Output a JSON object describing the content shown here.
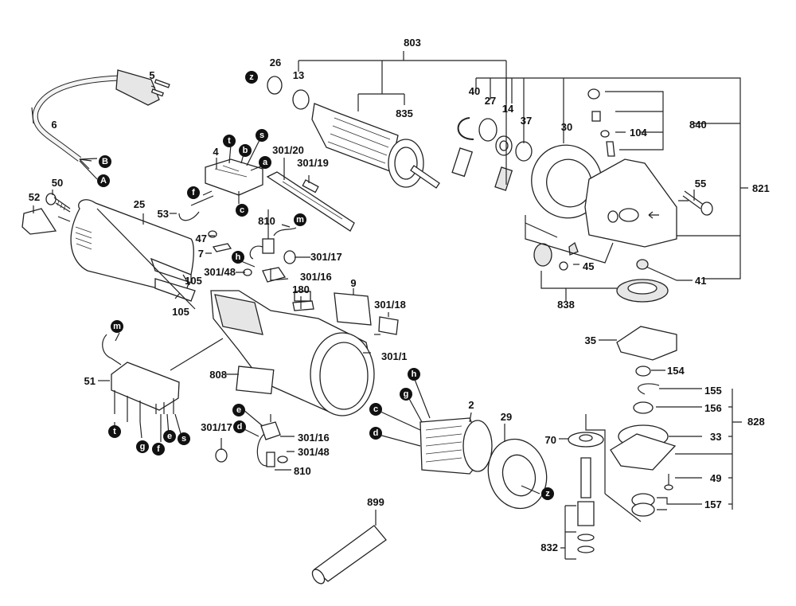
{
  "diagram": {
    "kind": "exploded parts diagram",
    "subject": "angle grinder",
    "part_labels": [
      {
        "id": "5",
        "label": "5"
      },
      {
        "id": "6",
        "label": "6"
      },
      {
        "id": "4",
        "label": "4"
      },
      {
        "id": "50",
        "label": "50"
      },
      {
        "id": "52",
        "label": "52"
      },
      {
        "id": "25",
        "label": "25"
      },
      {
        "id": "53",
        "label": "53"
      },
      {
        "id": "26",
        "label": "26"
      },
      {
        "id": "13",
        "label": "13"
      },
      {
        "id": "803",
        "label": "803"
      },
      {
        "id": "835",
        "label": "835"
      },
      {
        "id": "301-20",
        "label": "301/20"
      },
      {
        "id": "301-19",
        "label": "301/19"
      },
      {
        "id": "810a",
        "label": "810"
      },
      {
        "id": "47",
        "label": "47"
      },
      {
        "id": "7",
        "label": "7"
      },
      {
        "id": "301-48a",
        "label": "301/48"
      },
      {
        "id": "301-17a",
        "label": "301/17"
      },
      {
        "id": "301-16a",
        "label": "301/16"
      },
      {
        "id": "105a",
        "label": "105"
      },
      {
        "id": "105b",
        "label": "105"
      },
      {
        "id": "180",
        "label": "180"
      },
      {
        "id": "9",
        "label": "9"
      },
      {
        "id": "301-18",
        "label": "301/18"
      },
      {
        "id": "301-1",
        "label": "301/1"
      },
      {
        "id": "51",
        "label": "51"
      },
      {
        "id": "808",
        "label": "808"
      },
      {
        "id": "301-17b",
        "label": "301/17"
      },
      {
        "id": "301-16b",
        "label": "301/16"
      },
      {
        "id": "301-48b",
        "label": "301/48"
      },
      {
        "id": "810b",
        "label": "810"
      },
      {
        "id": "2",
        "label": "2"
      },
      {
        "id": "29",
        "label": "29"
      },
      {
        "id": "899",
        "label": "899"
      },
      {
        "id": "40",
        "label": "40"
      },
      {
        "id": "27",
        "label": "27"
      },
      {
        "id": "14",
        "label": "14"
      },
      {
        "id": "37",
        "label": "37"
      },
      {
        "id": "30",
        "label": "30"
      },
      {
        "id": "840",
        "label": "840"
      },
      {
        "id": "104",
        "label": "104"
      },
      {
        "id": "55",
        "label": "55"
      },
      {
        "id": "821",
        "label": "821"
      },
      {
        "id": "45",
        "label": "45"
      },
      {
        "id": "41",
        "label": "41"
      },
      {
        "id": "838",
        "label": "838"
      },
      {
        "id": "35",
        "label": "35"
      },
      {
        "id": "154",
        "label": "154"
      },
      {
        "id": "155",
        "label": "155"
      },
      {
        "id": "156",
        "label": "156"
      },
      {
        "id": "828",
        "label": "828"
      },
      {
        "id": "33",
        "label": "33"
      },
      {
        "id": "70",
        "label": "70"
      },
      {
        "id": "49",
        "label": "49"
      },
      {
        "id": "157",
        "label": "157"
      },
      {
        "id": "832",
        "label": "832"
      }
    ],
    "wire_markers": [
      "B",
      "A",
      "z",
      "t",
      "b",
      "s",
      "a",
      "f",
      "c",
      "m",
      "h",
      "m",
      "t",
      "g",
      "f",
      "e",
      "s",
      "e",
      "d",
      "h",
      "g",
      "c",
      "d",
      "z"
    ]
  }
}
